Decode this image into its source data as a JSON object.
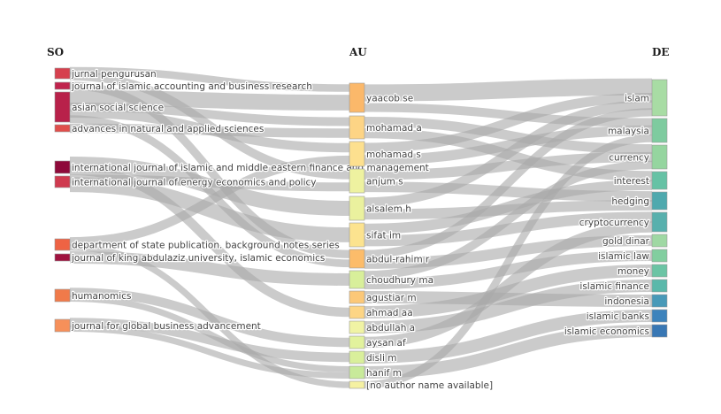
{
  "chart_data": {
    "type": "sankey",
    "columns": [
      {
        "key": "so",
        "title": "SO"
      },
      {
        "key": "au",
        "title": "AU"
      },
      {
        "key": "de",
        "title": "DE"
      }
    ],
    "nodes": [
      {
        "id": "so1",
        "col": "so",
        "label": "jurnal pengurusan",
        "color": "#d6404e"
      },
      {
        "id": "so2",
        "col": "so",
        "label": "journal of islamic accounting and business research",
        "color": "#c0234c"
      },
      {
        "id": "so3",
        "col": "so",
        "label": "asian social science",
        "color": "#b8214a"
      },
      {
        "id": "so4",
        "col": "so",
        "label": "advances in natural and applied sciences",
        "color": "#e04f4c"
      },
      {
        "id": "so5",
        "col": "so",
        "label": "international journal of islamic and middle eastern finance and management",
        "color": "#8e0a3a"
      },
      {
        "id": "so6",
        "col": "so",
        "label": "international journal of energy economics and policy",
        "color": "#cf3a4f"
      },
      {
        "id": "so7",
        "col": "so",
        "label": "department of state publication. background notes series",
        "color": "#ee6344"
      },
      {
        "id": "so8",
        "col": "so",
        "label": "journal of king abdulaziz university, islamic economics",
        "color": "#a0123f"
      },
      {
        "id": "so9",
        "col": "so",
        "label": "humanomics",
        "color": "#f07a4a"
      },
      {
        "id": "so10",
        "col": "so",
        "label": "journal for global business advancement",
        "color": "#f6905a"
      },
      {
        "id": "au1",
        "col": "au",
        "label": "yaacob se",
        "color": "#fbb86a"
      },
      {
        "id": "au2",
        "col": "au",
        "label": "mohamad a",
        "color": "#fdd485"
      },
      {
        "id": "au3",
        "col": "au",
        "label": "mohamad s",
        "color": "#fde08f"
      },
      {
        "id": "au4",
        "col": "au",
        "label": "anjum s",
        "color": "#eef2a0"
      },
      {
        "id": "au5",
        "col": "au",
        "label": "alsalem h",
        "color": "#eaf19e"
      },
      {
        "id": "au6",
        "col": "au",
        "label": "sifat im",
        "color": "#fce38f"
      },
      {
        "id": "au7",
        "col": "au",
        "label": "abdul-rahim r",
        "color": "#fcbc6a"
      },
      {
        "id": "au8",
        "col": "au",
        "label": "choudhury ma",
        "color": "#d8ef9a"
      },
      {
        "id": "au9",
        "col": "au",
        "label": "agustiar m",
        "color": "#fcc878"
      },
      {
        "id": "au10",
        "col": "au",
        "label": "ahmad aa",
        "color": "#fdd585"
      },
      {
        "id": "au11",
        "col": "au",
        "label": "abdullah a",
        "color": "#f0f3a4"
      },
      {
        "id": "au12",
        "col": "au",
        "label": "aysan af",
        "color": "#e2f29d"
      },
      {
        "id": "au13",
        "col": "au",
        "label": "disli m",
        "color": "#d9ef9b"
      },
      {
        "id": "au14",
        "col": "au",
        "label": "hanif m",
        "color": "#c8ea9a"
      },
      {
        "id": "au15",
        "col": "au",
        "label": "[no author name available]",
        "color": "#f5f1a2"
      },
      {
        "id": "de1",
        "col": "de",
        "label": "islam",
        "color": "#a8dca4"
      },
      {
        "id": "de2",
        "col": "de",
        "label": "malaysia",
        "color": "#7ecb9f"
      },
      {
        "id": "de3",
        "col": "de",
        "label": "currency",
        "color": "#95d59f"
      },
      {
        "id": "de4",
        "col": "de",
        "label": "interest",
        "color": "#66c2a5"
      },
      {
        "id": "de5",
        "col": "de",
        "label": "hedging",
        "color": "#4fa9ae"
      },
      {
        "id": "de6",
        "col": "de",
        "label": "cryptocurrency",
        "color": "#58b0ad"
      },
      {
        "id": "de7",
        "col": "de",
        "label": "gold dinar",
        "color": "#9fd8a3"
      },
      {
        "id": "de8",
        "col": "de",
        "label": "islamic law",
        "color": "#82ce9f"
      },
      {
        "id": "de9",
        "col": "de",
        "label": "money",
        "color": "#6bc4a4"
      },
      {
        "id": "de10",
        "col": "de",
        "label": "islamic finance",
        "color": "#5ab8aa"
      },
      {
        "id": "de11",
        "col": "de",
        "label": "indonesia",
        "color": "#4899b8"
      },
      {
        "id": "de12",
        "col": "de",
        "label": "islamic banks",
        "color": "#3d83bc"
      },
      {
        "id": "de13",
        "col": "de",
        "label": "islamic economics",
        "color": "#3877b4"
      }
    ],
    "links": [
      {
        "source": "so1",
        "target": "au1",
        "value": 1
      },
      {
        "source": "so1",
        "target": "au4",
        "value": 1
      },
      {
        "source": "so2",
        "target": "au7",
        "value": 1
      },
      {
        "source": "so3",
        "target": "au1",
        "value": 2
      },
      {
        "source": "so3",
        "target": "au2",
        "value": 1
      },
      {
        "source": "so3",
        "target": "au3",
        "value": 1
      },
      {
        "source": "so3",
        "target": "au7",
        "value": 1
      },
      {
        "source": "so4",
        "target": "au2",
        "value": 1
      },
      {
        "source": "so5",
        "target": "au5",
        "value": 1
      },
      {
        "source": "so5",
        "target": "au10",
        "value": 1
      },
      {
        "source": "so6",
        "target": "au4",
        "value": 1
      },
      {
        "source": "so6",
        "target": "au6",
        "value": 1
      },
      {
        "source": "so7",
        "target": "au3",
        "value": 1
      },
      {
        "source": "so7",
        "target": "au15",
        "value": 1
      },
      {
        "source": "so8",
        "target": "au8",
        "value": 1
      },
      {
        "source": "so9",
        "target": "au12",
        "value": 1
      },
      {
        "source": "so9",
        "target": "au14",
        "value": 1
      },
      {
        "source": "so10",
        "target": "au13",
        "value": 1
      },
      {
        "source": "so10",
        "target": "au14",
        "value": 1
      },
      {
        "source": "au1",
        "target": "de1",
        "value": 2
      },
      {
        "source": "au1",
        "target": "de2",
        "value": 1
      },
      {
        "source": "au2",
        "target": "de3",
        "value": 1
      },
      {
        "source": "au2",
        "target": "de4",
        "value": 1
      },
      {
        "source": "au3",
        "target": "de1",
        "value": 1
      },
      {
        "source": "au3",
        "target": "de2",
        "value": 1
      },
      {
        "source": "au4",
        "target": "de3",
        "value": 1
      },
      {
        "source": "au4",
        "target": "de5",
        "value": 1
      },
      {
        "source": "au5",
        "target": "de5",
        "value": 1
      },
      {
        "source": "au5",
        "target": "de1",
        "value": 1
      },
      {
        "source": "au6",
        "target": "de6",
        "value": 1
      },
      {
        "source": "au6",
        "target": "de4",
        "value": 1
      },
      {
        "source": "au7",
        "target": "de7",
        "value": 1
      },
      {
        "source": "au7",
        "target": "de1",
        "value": 1
      },
      {
        "source": "au8",
        "target": "de8",
        "value": 1
      },
      {
        "source": "au8",
        "target": "de3",
        "value": 1
      },
      {
        "source": "au9",
        "target": "de11",
        "value": 1
      },
      {
        "source": "au10",
        "target": "de9",
        "value": 1
      },
      {
        "source": "au11",
        "target": "de10",
        "value": 1
      },
      {
        "source": "au12",
        "target": "de6",
        "value": 1
      },
      {
        "source": "au13",
        "target": "de12",
        "value": 1
      },
      {
        "source": "au14",
        "target": "de13",
        "value": 1
      },
      {
        "source": "au15",
        "target": "de2",
        "value": 1
      }
    ]
  }
}
